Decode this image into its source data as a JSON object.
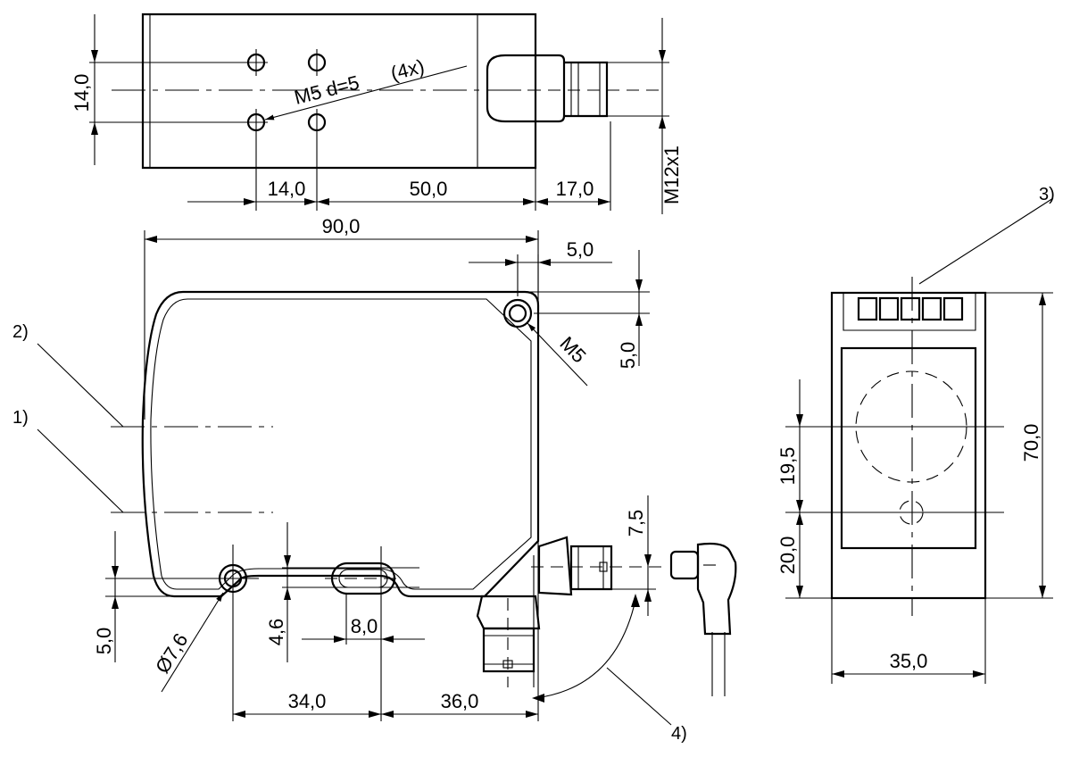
{
  "top_view": {
    "dim_height": "14,0",
    "dim_hole_pitch": "14,0",
    "dim_to_connector": "50,0",
    "dim_connector": "17,0",
    "dim_thread": "M12x1",
    "hole_note": "M5 d=5",
    "hole_count": "(4x)"
  },
  "side_view": {
    "dim_length": "90,0",
    "dim_corner_x": "5,0",
    "dim_corner_y": "5,0",
    "mount_thread": "M5",
    "dim_hole_dia": "Ø7,6",
    "dim_bottom_offset": "5,0",
    "dim_slot_height": "4,6",
    "dim_slot_width": "8,0",
    "dim_hole_to_slot": "34,0",
    "dim_slot_to_end": "36,0",
    "dim_connector_height": "7,5"
  },
  "front_view": {
    "dim_height": "70,0",
    "dim_optics_spacing": "19,5",
    "dim_optics_bottom": "20,0",
    "dim_width": "35,0"
  },
  "callouts": {
    "c1": "1)",
    "c2": "2)",
    "c3": "3)",
    "c4": "4)"
  }
}
